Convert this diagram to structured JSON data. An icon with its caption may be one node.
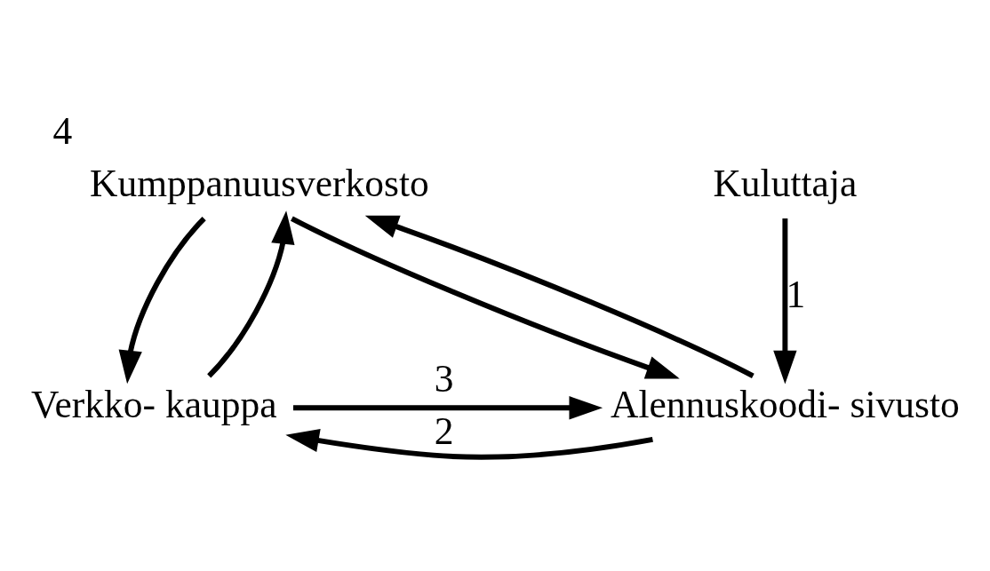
{
  "diagram": {
    "nodes": [
      {
        "text": [
          "Kumppanuusverkosto"
        ],
        "beside": [
          "4"
        ]
      },
      {
        "text": [
          "Verkko- kauppa"
        ]
      },
      {
        "text": [
          "Alennuskoodi- sivusto"
        ]
      },
      {
        "text": [
          "Kuluttaja"
        ]
      }
    ],
    "edges": [
      {
        "from": 1,
        "to": 0,
        "arrow": "to"
      },
      {
        "from": 0,
        "to": 1,
        "arrow": "to"
      },
      {
        "from": 0,
        "to": 2,
        "arrow": "to"
      },
      {
        "from": 2,
        "to": 0,
        "arrow": "to"
      },
      {
        "from": 1,
        "to": 2,
        "arrow": "to",
        "label": "3"
      },
      {
        "from": 2,
        "to": 1,
        "arrow": "to",
        "label": "2"
      },
      {
        "from": 3,
        "to": 2,
        "arrow": "to",
        "label": "1"
      }
    ]
  }
}
